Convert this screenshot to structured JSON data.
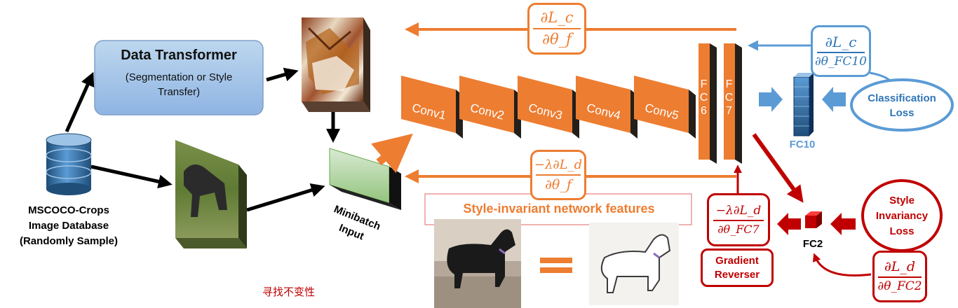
{
  "data_transformer": {
    "title": "Data Transformer",
    "subtitle": "(Segmentation or Style Transfer)"
  },
  "database": {
    "label": "MSCOCO-Crops\nImage Database\n(Randomly Sample)"
  },
  "minibatch": {
    "label": "Minibatch\nInput"
  },
  "conv_layers": [
    "Conv1",
    "Conv2",
    "Conv3",
    "Conv4",
    "Conv5"
  ],
  "fc_layers": [
    "FC6",
    "FC7"
  ],
  "fc10": {
    "label": "FC10"
  },
  "fc2": {
    "label": "FC2"
  },
  "classification_loss": {
    "label": "Classification\nLoss"
  },
  "style_loss": {
    "label": "Style\nInvariancy\nLoss"
  },
  "gradient_reverser": {
    "label": "Gradient\nReverser"
  },
  "style_features": {
    "label": "Style-invariant network features"
  },
  "equals": {
    "symbol": "="
  },
  "chinese_note": {
    "text": "寻找不变性"
  },
  "gradients": {
    "top": {
      "num": "∂L_c",
      "den": "∂θ_f"
    },
    "fc10": {
      "num": "∂L_c",
      "den": "∂θ_FC10"
    },
    "bottom": {
      "num": "−λ∂L_d",
      "den": "∂θ_f"
    },
    "fc7": {
      "num": "−λ∂L_d",
      "den": "∂θ_FC7"
    },
    "fc2": {
      "num": "∂L_d",
      "den": "∂θ_FC2"
    }
  },
  "colors": {
    "orange": "#ED7D31",
    "blue": "#5B9BD5",
    "red": "#C00000",
    "green": "#A9D18E"
  }
}
